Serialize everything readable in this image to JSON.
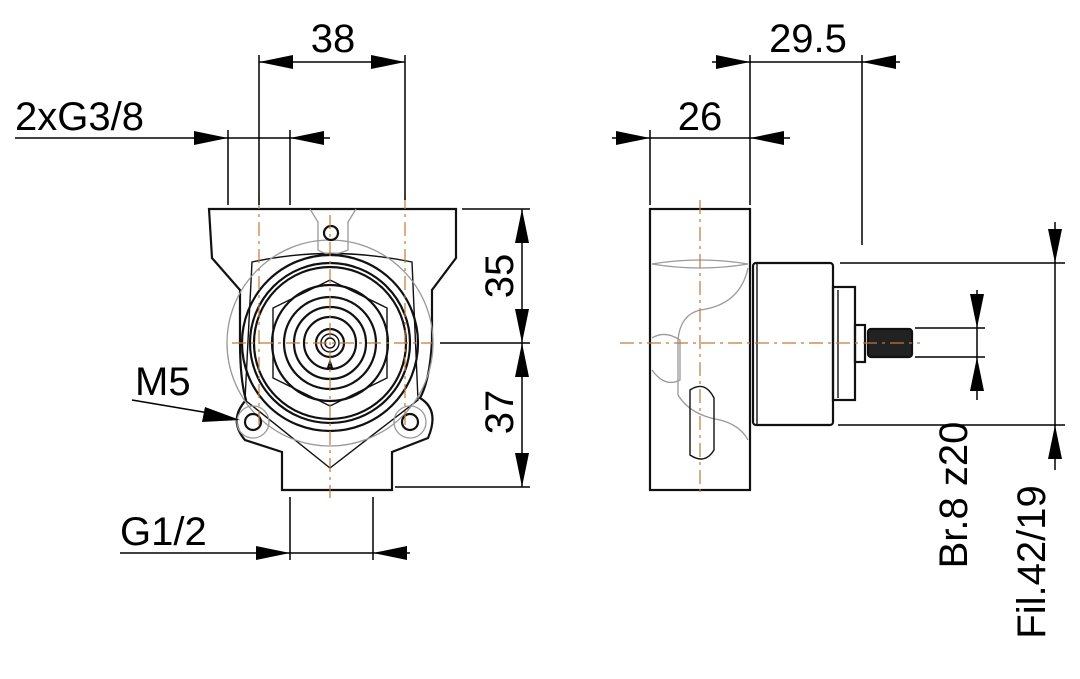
{
  "drawing": {
    "front_view": {
      "dim_width": "38",
      "dim_inlets": "2xG3/8",
      "dim_upper_height": "35",
      "dim_lower_height": "37",
      "dim_mount_thread": "M5",
      "dim_outlet": "G1/2"
    },
    "side_view": {
      "dim_body_depth": "26",
      "dim_total_depth": "29.5",
      "dim_spline": "Br.8 z20",
      "dim_thread": "Fil.42/19"
    },
    "colors": {
      "line": "#111111",
      "centerline": "#c07a3a",
      "hidden": "#999999"
    }
  }
}
